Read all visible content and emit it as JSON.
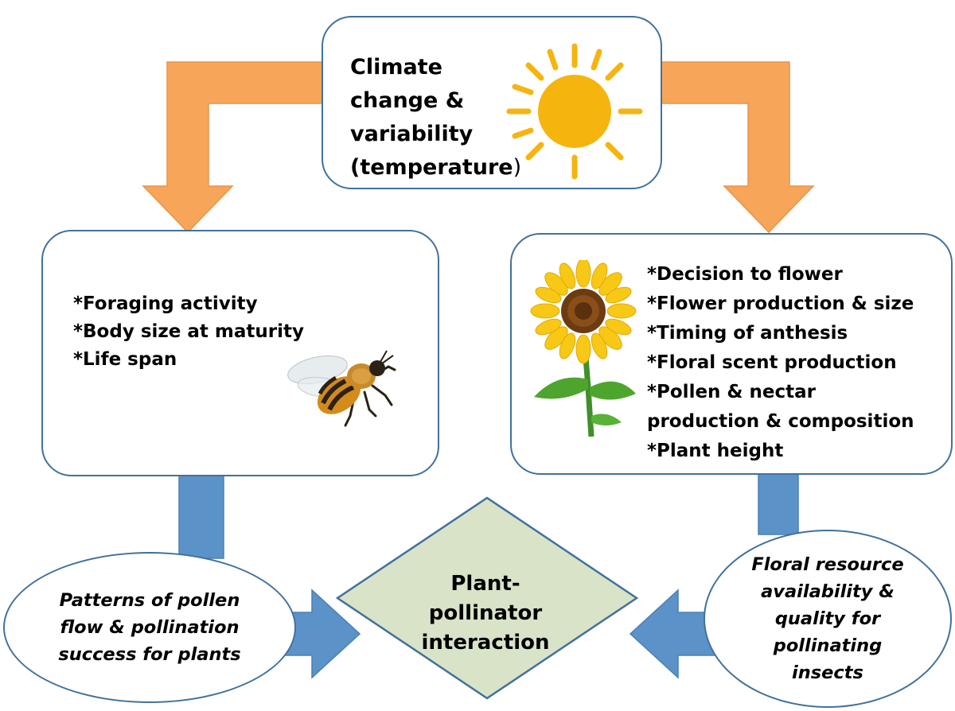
{
  "climate": {
    "lines": [
      "Climate",
      "change &",
      "variability"
    ],
    "last_bold": "(temperature",
    "last_plain": ")"
  },
  "pollinator_effects": [
    "*Foraging activity",
    "*Body size at maturity",
    "*Life span"
  ],
  "plant_effects": [
    "*Decision to flower",
    "*Flower production & size",
    "*Timing of anthesis",
    "*Floral scent production",
    "*Pollen & nectar",
    "production & composition",
    "*Plant height"
  ],
  "pollen_flow": {
    "lines": [
      "Patterns of pollen",
      "flow & pollination",
      "success for plants"
    ]
  },
  "floral_resource": {
    "lines": [
      "Floral resource",
      "availability &",
      "quality for",
      "pollinating",
      "insects"
    ]
  },
  "interaction": {
    "lines": [
      "Plant-",
      "pollinator",
      "interaction"
    ]
  },
  "colors": {
    "orange_arrow": "#f7a659",
    "blue_arrow": "#5b93c9",
    "box_border": "#41719c",
    "diamond_fill": "#d9e3c8",
    "sun": "#f6b40e"
  },
  "icons": [
    "sun-icon",
    "bee-icon",
    "sunflower-icon"
  ]
}
